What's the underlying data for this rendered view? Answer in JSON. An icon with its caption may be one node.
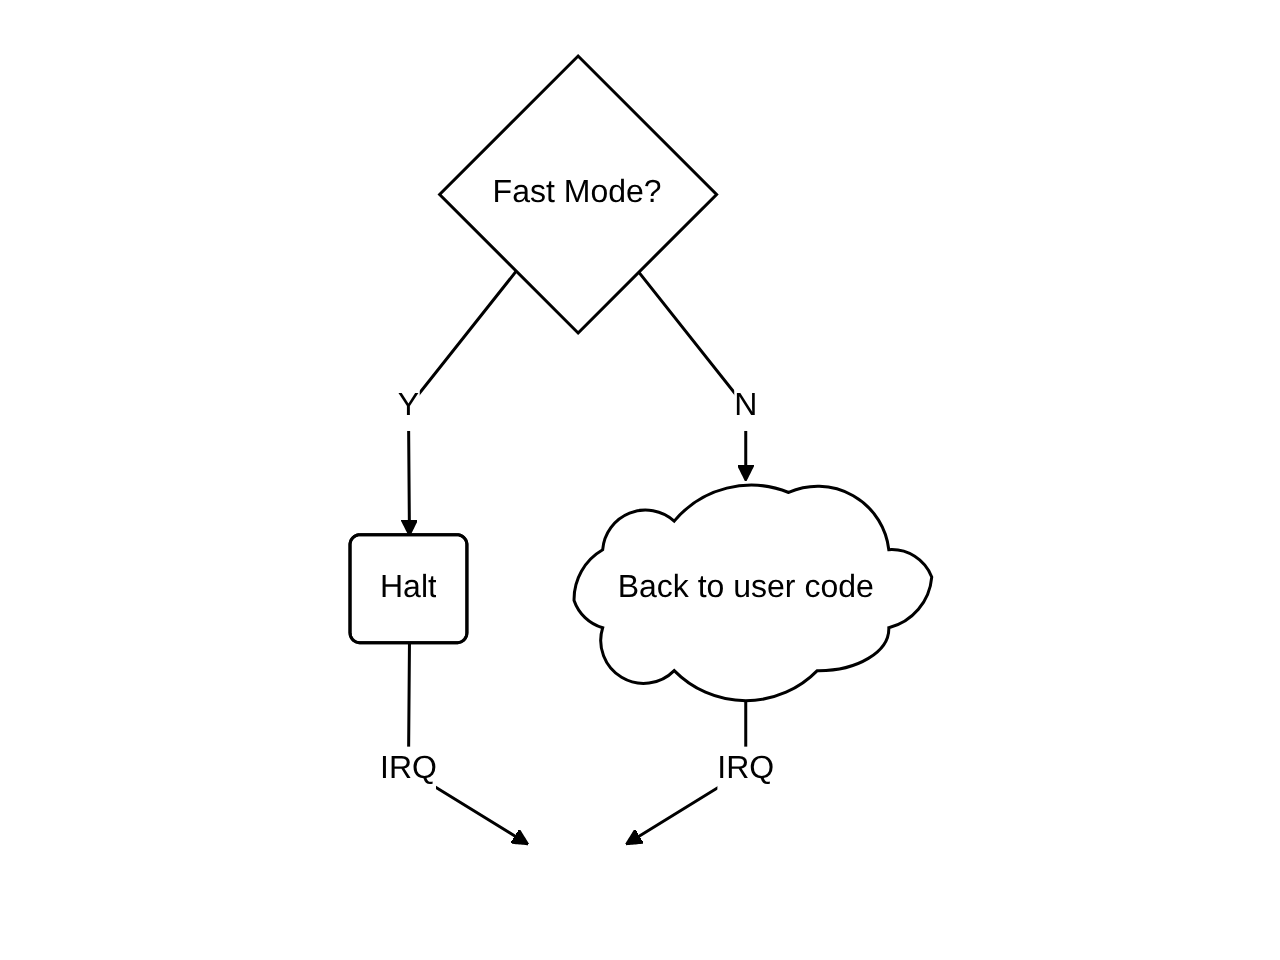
{
  "diagram": {
    "nodes": [
      {
        "text": [
          "Fast Mode?"
        ]
      },
      {
        "text": [
          "Halt"
        ]
      },
      {
        "text": [
          "Back to user code"
        ]
      }
    ],
    "edges": [
      {
        "from": 0,
        "to": 1,
        "arrow": "to",
        "label": "Y"
      },
      {
        "from": 0,
        "to": 2,
        "arrow": "to",
        "label": "N"
      },
      {
        "from": 1,
        "to": null,
        "arrow": "to",
        "label": "IRQ"
      },
      {
        "from": 2,
        "to": null,
        "arrow": "to",
        "label": "IRQ"
      }
    ]
  }
}
